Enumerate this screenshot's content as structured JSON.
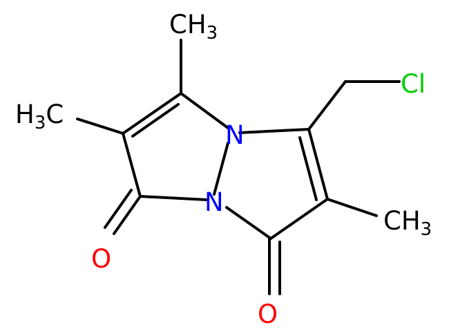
{
  "colors": {
    "carbon": "#000000",
    "nitrogen": "#0000ff",
    "oxygen": "#ff0000",
    "chlorine": "#00cc00",
    "background": "#ffffff"
  },
  "atoms": {
    "ch3_top": {
      "main": "CH",
      "sub": "3"
    },
    "ch3_left": {
      "main": "H",
      "sub": "3",
      "tail": "C"
    },
    "cl": {
      "main": "Cl"
    },
    "n1": {
      "main": "N"
    },
    "n2": {
      "main": "N"
    },
    "ch3_right": {
      "main": "CH",
      "sub": "3"
    },
    "o_left": {
      "main": "O"
    },
    "o_right": {
      "main": "O"
    }
  }
}
